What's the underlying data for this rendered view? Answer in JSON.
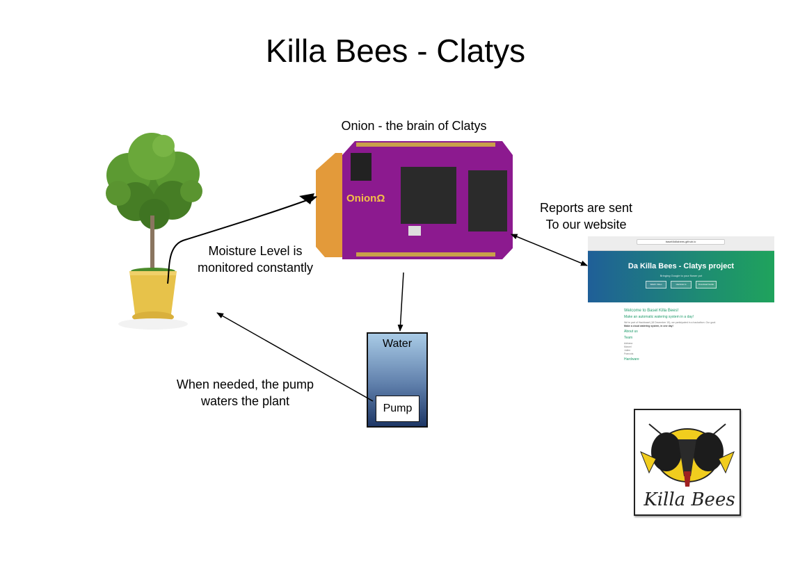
{
  "title": "Killa Bees - Clatys",
  "labels": {
    "onion": "Onion - the brain of Clatys",
    "reports_line1": "Reports are sent",
    "reports_line2": "To our website",
    "moisture_line1": "Moisture Level is",
    "moisture_line2": "monitored constantly",
    "pump_note_line1": "When needed, the pump",
    "pump_note_line2": "waters the plant"
  },
  "tank": {
    "label": "Water",
    "pump": "Pump"
  },
  "board": {
    "brand": "OnionΩ"
  },
  "website": {
    "url": "basel4killabees.github.io",
    "hero_title": "Da Killa Bees - Clatys project",
    "hero_subtitle": "Bringing Google to your flower pot",
    "buttons": [
      "Watch Video",
      "Hackster.io",
      "Download Guide"
    ],
    "welcome": "Welcome to Basel Killa Bees!",
    "subhead": "Make an automatic watering system in a day!",
    "intro": "We're part of Hackbasel (18 December 15), we participated in a hackathon. Our goal:",
    "intro2": "Make a cloud watering system, in one day!",
    "about": "About us",
    "team": "Team",
    "members": [
      "Adriana",
      "Marcel",
      "Julien",
      "Francois"
    ],
    "hardware": "Hardware"
  },
  "logo": {
    "text": "Killa Bees"
  },
  "colors": {
    "board": "#8c1a8f",
    "flex": "#e39a3a",
    "tank_top": "#a9cbe6",
    "tank_bottom": "#1e3766",
    "site_accent": "#1e9b6a"
  }
}
